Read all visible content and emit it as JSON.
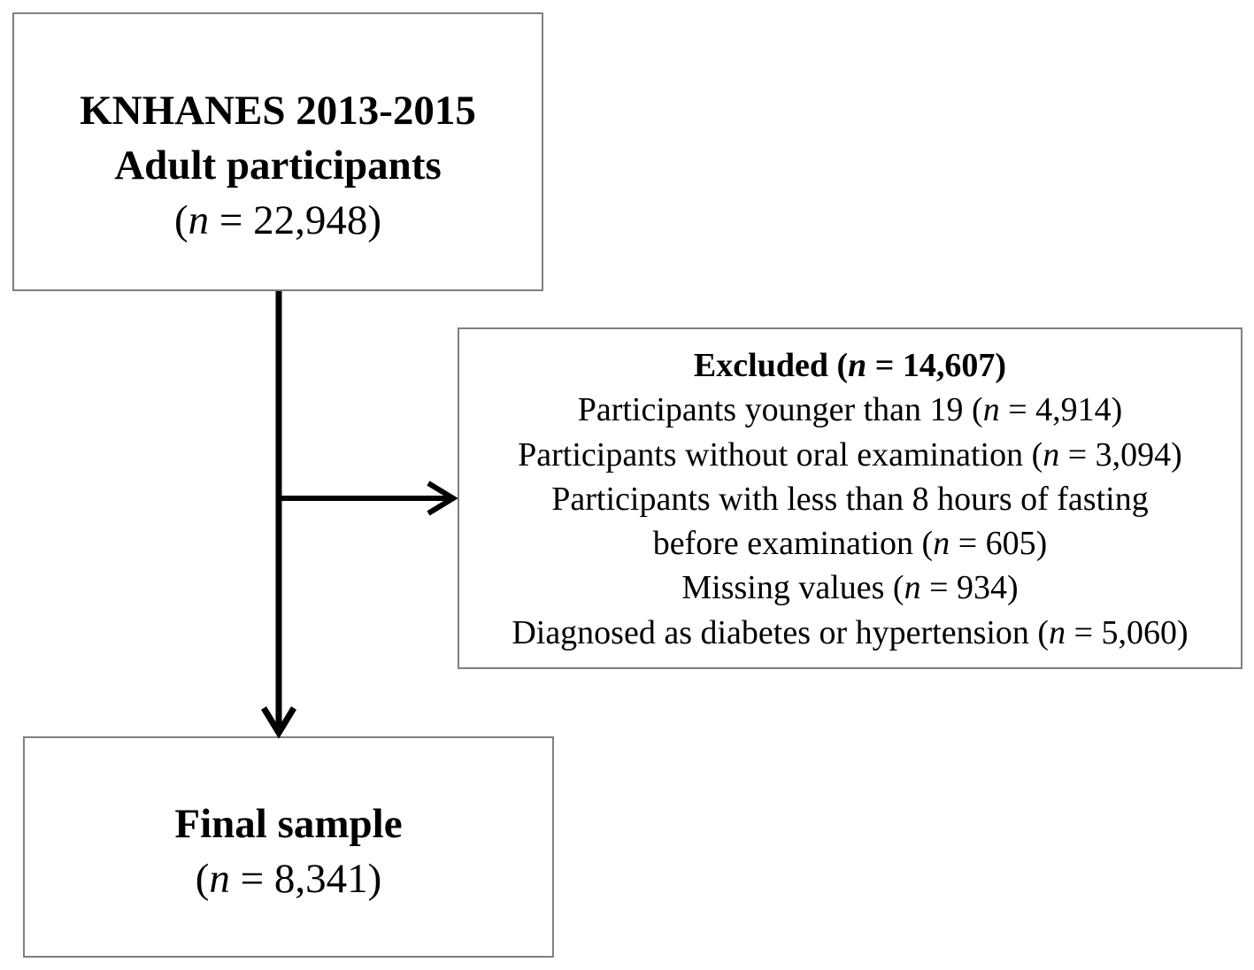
{
  "top_box": {
    "line1": "KNHANES 2013-2015",
    "line2": "Adult  participants",
    "count_open": "(",
    "count_n": "n",
    "count_rest": " = 22,948)"
  },
  "excluded_box": {
    "title_prefix": "Excluded (",
    "title_n": "n",
    "title_suffix": " = 14,607)",
    "items": [
      {
        "text": "Participants younger than 19 (",
        "n": "n",
        "value": " = 4,914)"
      },
      {
        "text": "Participants without oral examination (",
        "n": "n",
        "value": " = 3,094)"
      },
      {
        "text": "Participants with less than 8 hours of fasting"
      },
      {
        "text": "before examination (",
        "n": "n",
        "value": " = 605)"
      },
      {
        "text": "Missing  values (",
        "n": "n",
        "value": " = 934)"
      },
      {
        "text": "Diagnosed as diabetes or hypertension (",
        "n": "n",
        "value": " = 5,060)"
      }
    ]
  },
  "final_box": {
    "title": "Final sample",
    "count_open": "(",
    "count_n": "n",
    "count_rest": " = 8,341)"
  }
}
